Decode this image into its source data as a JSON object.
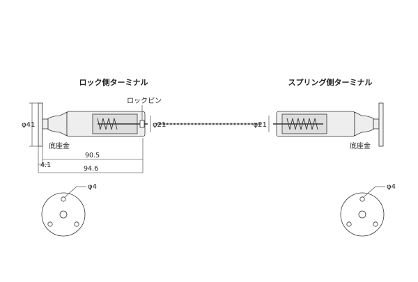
{
  "titles": {
    "lock": "ロック側ターミナル",
    "spring": "スプリング側ターミナル"
  },
  "labels": {
    "lock_pin": "ロックピン",
    "base_left": "底座金",
    "base_right": "底座金",
    "dia41": "φ41",
    "dia21_left": "φ21",
    "dia21_right": "φ21",
    "hole_left": "φ4",
    "hole_right": "φ4"
  },
  "dimensions": {
    "d905": "90.5",
    "d41": "4.1",
    "d946": "94.6"
  },
  "colors": {
    "line": "#333333",
    "body_fill": "#eeeeee",
    "insert_fill": "#dddddd"
  }
}
